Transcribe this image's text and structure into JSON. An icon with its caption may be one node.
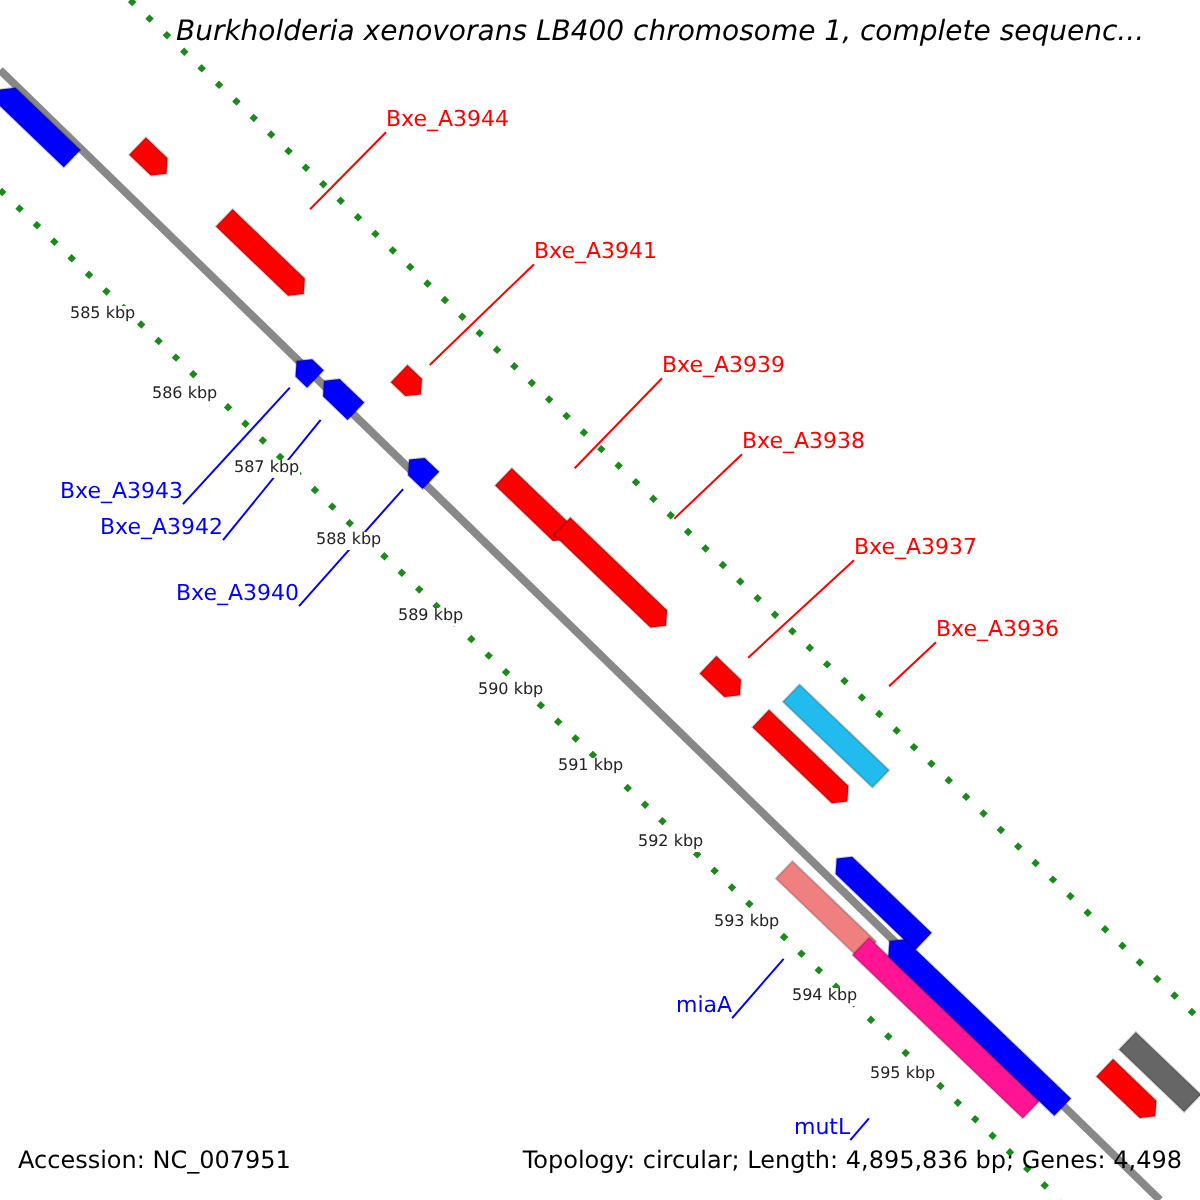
{
  "diagram": {
    "title": "Burkholderia xenovorans LB400 chromosome 1, complete sequenc...",
    "nodes": [
      {
        "text": [
          "Bxe_A3944"
        ]
      },
      {
        "text": [],
        "shape": "bar"
      },
      {
        "text": [
          "Bxe_A3941"
        ]
      },
      {
        "text": [],
        "shape": "bar"
      },
      {
        "text": [
          "Bxe_A3939"
        ]
      },
      {
        "text": [],
        "shape": "bar"
      },
      {
        "text": [
          "Bxe_A3938"
        ]
      },
      {
        "text": [],
        "shape": "bar"
      },
      {
        "text": [
          "Bxe_A3937"
        ]
      },
      {
        "text": [],
        "shape": "bar"
      },
      {
        "text": [
          "Bxe_A3936"
        ]
      },
      {
        "text": [],
        "shape": "bar"
      },
      {
        "text": [
          "Bxe_A3943"
        ]
      },
      {
        "text": [],
        "shape": "bar"
      },
      {
        "text": [
          "Bxe_A3942"
        ]
      },
      {
        "text": [],
        "shape": "bar"
      },
      {
        "text": [
          "Bxe_A3940"
        ]
      },
      {
        "text": [],
        "shape": "bar"
      },
      {
        "text": [
          "miaA"
        ]
      },
      {
        "text": [],
        "shape": "bar"
      },
      {
        "text": [
          "mutL"
        ]
      },
      {
        "text": [],
        "shape": "bar"
      },
      {
        "text": [],
        "shape": "bar"
      },
      {
        "text": [],
        "shape": "bar"
      },
      {
        "text": [],
        "shape": "bar"
      },
      {
        "text": [],
        "shape": "bar"
      },
      {
        "text": [],
        "shape": "bar"
      },
      {
        "text": [],
        "shape": "bar"
      },
      {
        "text": [],
        "shape": "bar"
      }
    ],
    "edges": [
      {
        "from": 0,
        "to": 1,
        "arrow": "none"
      },
      {
        "from": 2,
        "to": 3,
        "arrow": "none"
      },
      {
        "from": 4,
        "to": 5,
        "arrow": "none"
      },
      {
        "from": 6,
        "to": 7,
        "arrow": "none"
      },
      {
        "from": 8,
        "to": 9,
        "arrow": "none"
      },
      {
        "from": 10,
        "to": 24,
        "arrow": "none"
      },
      {
        "from": 12,
        "to": 13,
        "arrow": "none",
        "color": "#0000ff"
      },
      {
        "from": 14,
        "to": 15,
        "arrow": "none",
        "color": "#0000ff"
      },
      {
        "from": 16,
        "to": 17,
        "arrow": "none",
        "color": "#0000ff"
      },
      {
        "from": 18,
        "to": 19,
        "arrow": "none",
        "color": "#0000ff"
      },
      {
        "from": 20,
        "to": 21,
        "arrow": "none",
        "color": "#0000ff"
      }
    ],
    "labels": [
      "585 kbp",
      "586 kbp",
      "587 kbp",
      "588 kbp",
      "589 kbp",
      "590 kbp",
      "591 kbp",
      "592 kbp",
      "593 kbp",
      "594 kbp",
      "595 kbp",
      "Accession: NC_007951",
      "Topology: circular; Length: 4,895,836 bp; Genes: 4,498"
    ]
  }
}
